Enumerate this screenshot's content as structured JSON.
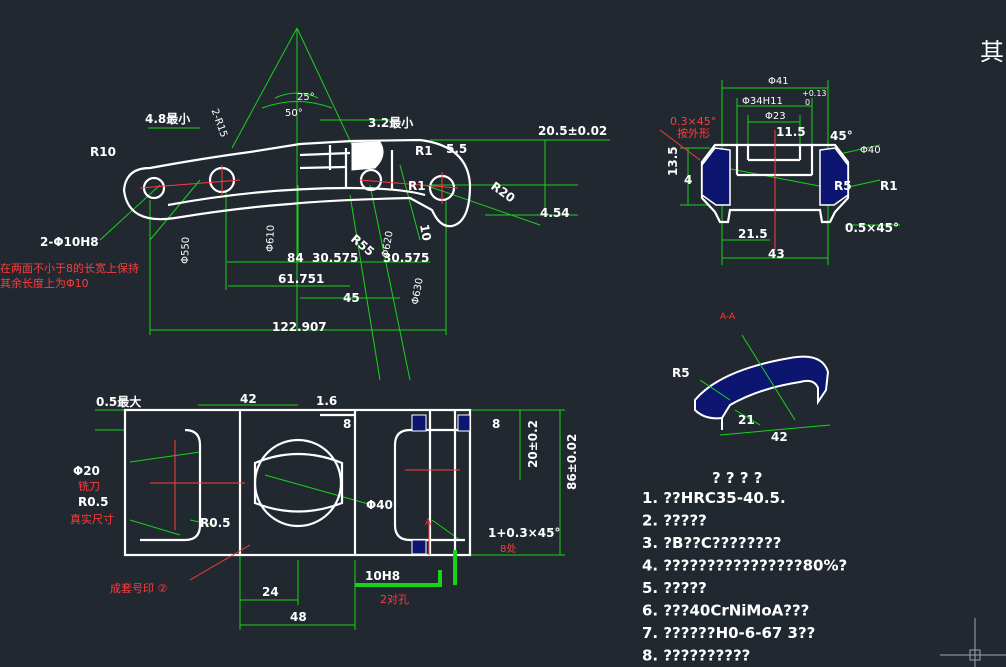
{
  "corner_heading": "其",
  "side_view": {
    "angle_25": "25°",
    "angle_50": "50°",
    "dim_48min": "4.8最小",
    "dim_2r15": "2-R15",
    "dim_32min": "3.2最小",
    "r10": "R10",
    "r1": "R1",
    "dim_55": "5.5",
    "dim_205": "20.5±0.02",
    "r1b": "R1",
    "r20": "R20",
    "dim_454": "4.54",
    "dim_10": "10",
    "holes_left": "2-Φ10H8",
    "dia550": "Φ550",
    "dia610": "Φ610",
    "r55": "R55",
    "dia620": "Φ620",
    "dia630": "Φ630",
    "red_note_1": "在两面不小于8的长宽上保持",
    "red_note_2": "其余长度上为Φ10",
    "dim_84": "84",
    "dim_30575a": "30.575",
    "dim_30575b": "30.575",
    "dim_61751": "61.751",
    "dim_45": "45",
    "dim_122907": "122.907"
  },
  "section": {
    "dia41": "Φ41",
    "dia34": "Φ34H11",
    "tol_upper": "+0.13",
    "tol_lower": "0",
    "dia23": "Φ23",
    "chamfer_red": "0.3×45°",
    "outer_shape": "按外形",
    "dim_115": "11.5",
    "angle45": "45°",
    "dia40": "Φ40",
    "dim_135": "13.5",
    "dim_4": "4",
    "r5": "R5",
    "r1": "R1",
    "dim_215": "21.5",
    "chamfer": "0.5×45°",
    "dim_43": "43"
  },
  "section_aa": {
    "label": "A-A",
    "r5": "R5",
    "dim_21": "21",
    "dim_42": "42"
  },
  "plan": {
    "dim_05max": "0.5最大",
    "dim_42": "42",
    "dim_16": "1.6",
    "dim_8small": "8",
    "dim_8right": "8",
    "dim_20": "20±0.2",
    "dim_86": "86±0.02",
    "dia20": "Φ20",
    "milling": "铣刀",
    "r05a": "R0.5",
    "true_size": "真实尺寸",
    "r05b": "R0.5",
    "dia40": "Φ40",
    "chamfer": "1+0.3×45°",
    "places8": "8处",
    "h8": "10H8",
    "holes2": "2对孔",
    "mark": "成套号印 ②",
    "dim_24": "24",
    "dim_48": "48",
    "a_mark": "A"
  },
  "notes": {
    "title": "? ? ? ?",
    "items": [
      "1.  ??HRC35-40.5.",
      "2.  ?????",
      "3.  ?B??C????????",
      "4.  ????????????????80%?",
      "5.  ?????",
      "6.  ???40CrNiMoA???",
      "7.  ??????H0-6-67    3??",
      "8.  ??????????"
    ]
  }
}
